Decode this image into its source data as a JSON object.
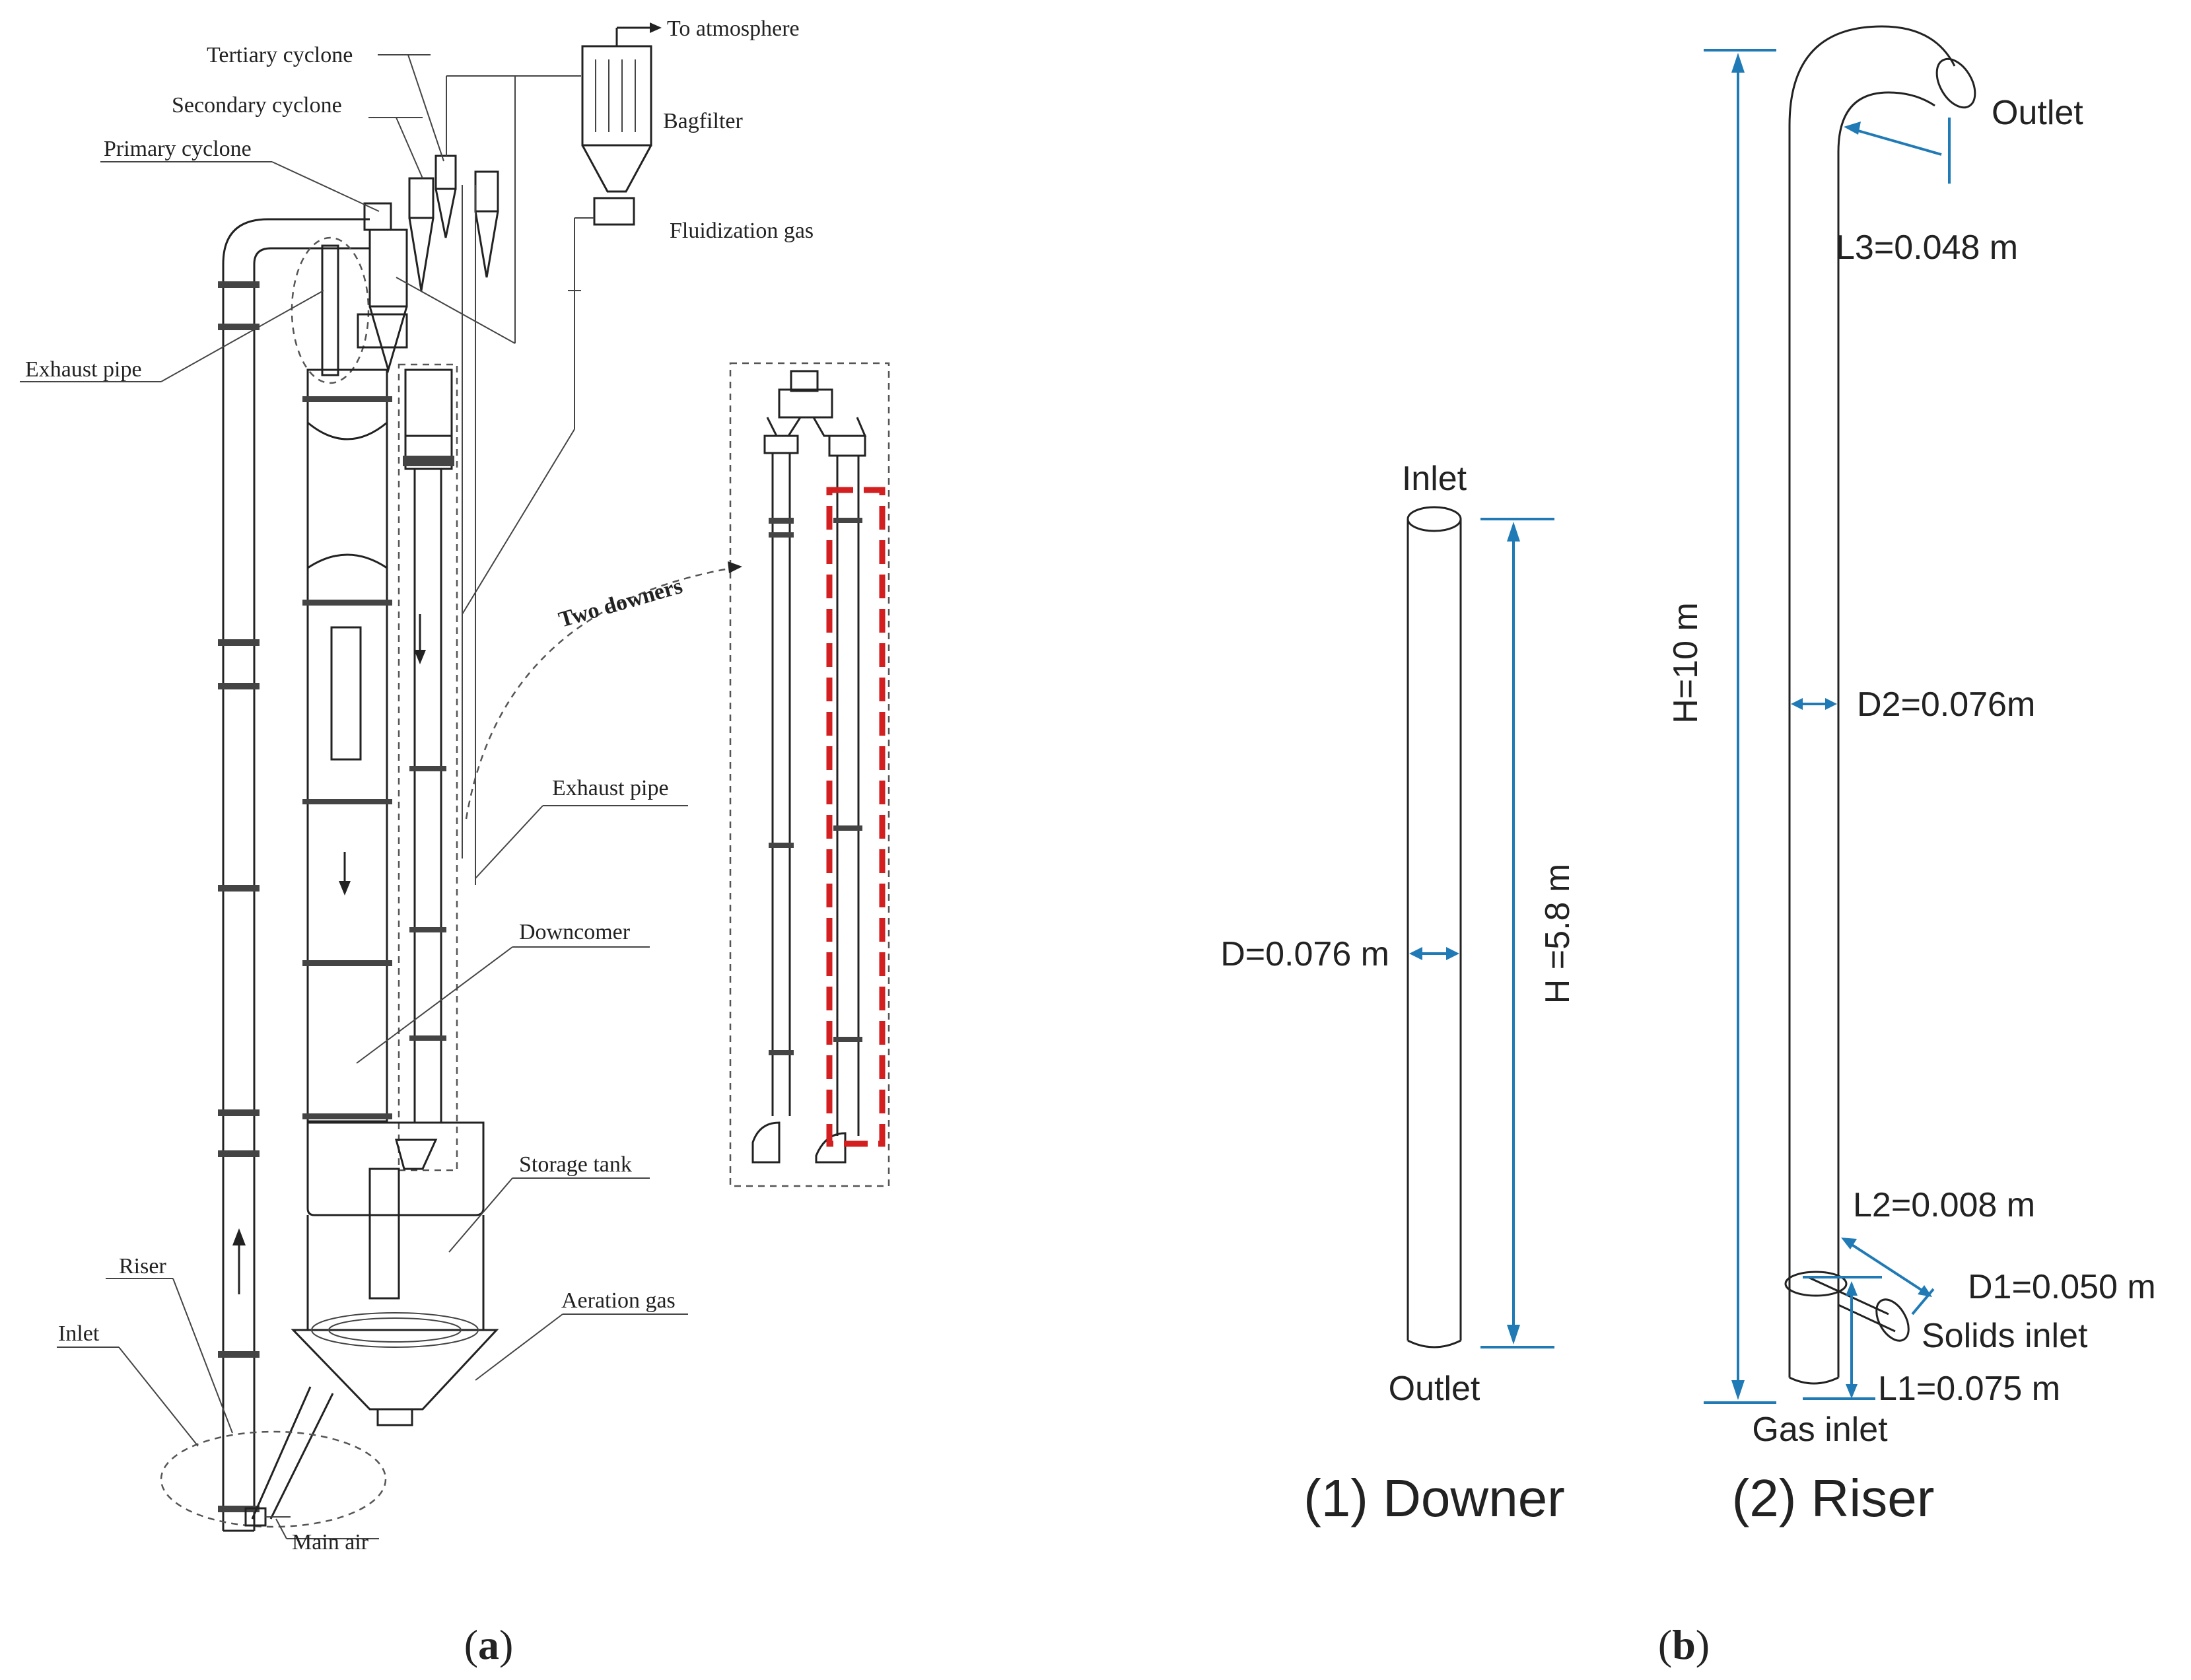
{
  "panel_a": {
    "caption_open": "(",
    "caption_letter": "a",
    "caption_close": ")",
    "labels": {
      "to_atmosphere": "To atmosphere",
      "tertiary_cyclone": "Tertiary cyclone",
      "secondary_cyclone": "Secondary cyclone",
      "primary_cyclone": "Primary cyclone",
      "bagfilter": "Bagfilter",
      "fluidization_gas": "Fluidization gas",
      "exhaust_pipe_left": "Exhaust pipe",
      "exhaust_pipe_right": "Exhaust pipe",
      "two_downers": "Two downers",
      "downcomer": "Downcomer",
      "storage_tank": "Storage tank",
      "riser": "Riser",
      "inlet": "Inlet",
      "aeration_gas": "Aeration gas",
      "main_air": "Main air"
    },
    "colors": {
      "highlight": "#d31f1f",
      "line": "#222222"
    }
  },
  "panel_b": {
    "caption_open": "(",
    "caption_letter": "b",
    "caption_close": ")",
    "downer": {
      "title": "(1) Downer",
      "inlet": "Inlet",
      "outlet": "Outlet",
      "diameter": "D=0.076 m",
      "height": "H =5.8 m"
    },
    "riser": {
      "title": "(2) Riser",
      "outlet": "Outlet",
      "l3": "L3=0.048 m",
      "height": "H=10 m",
      "d2": "D2=0.076m",
      "l2": "L2=0.008 m",
      "d1": "D1=0.050 m",
      "solids_inlet": "Solids inlet",
      "l1": "L1=0.075 m",
      "gas_inlet": "Gas inlet"
    },
    "colors": {
      "dimension": "#1f7ab5"
    }
  }
}
